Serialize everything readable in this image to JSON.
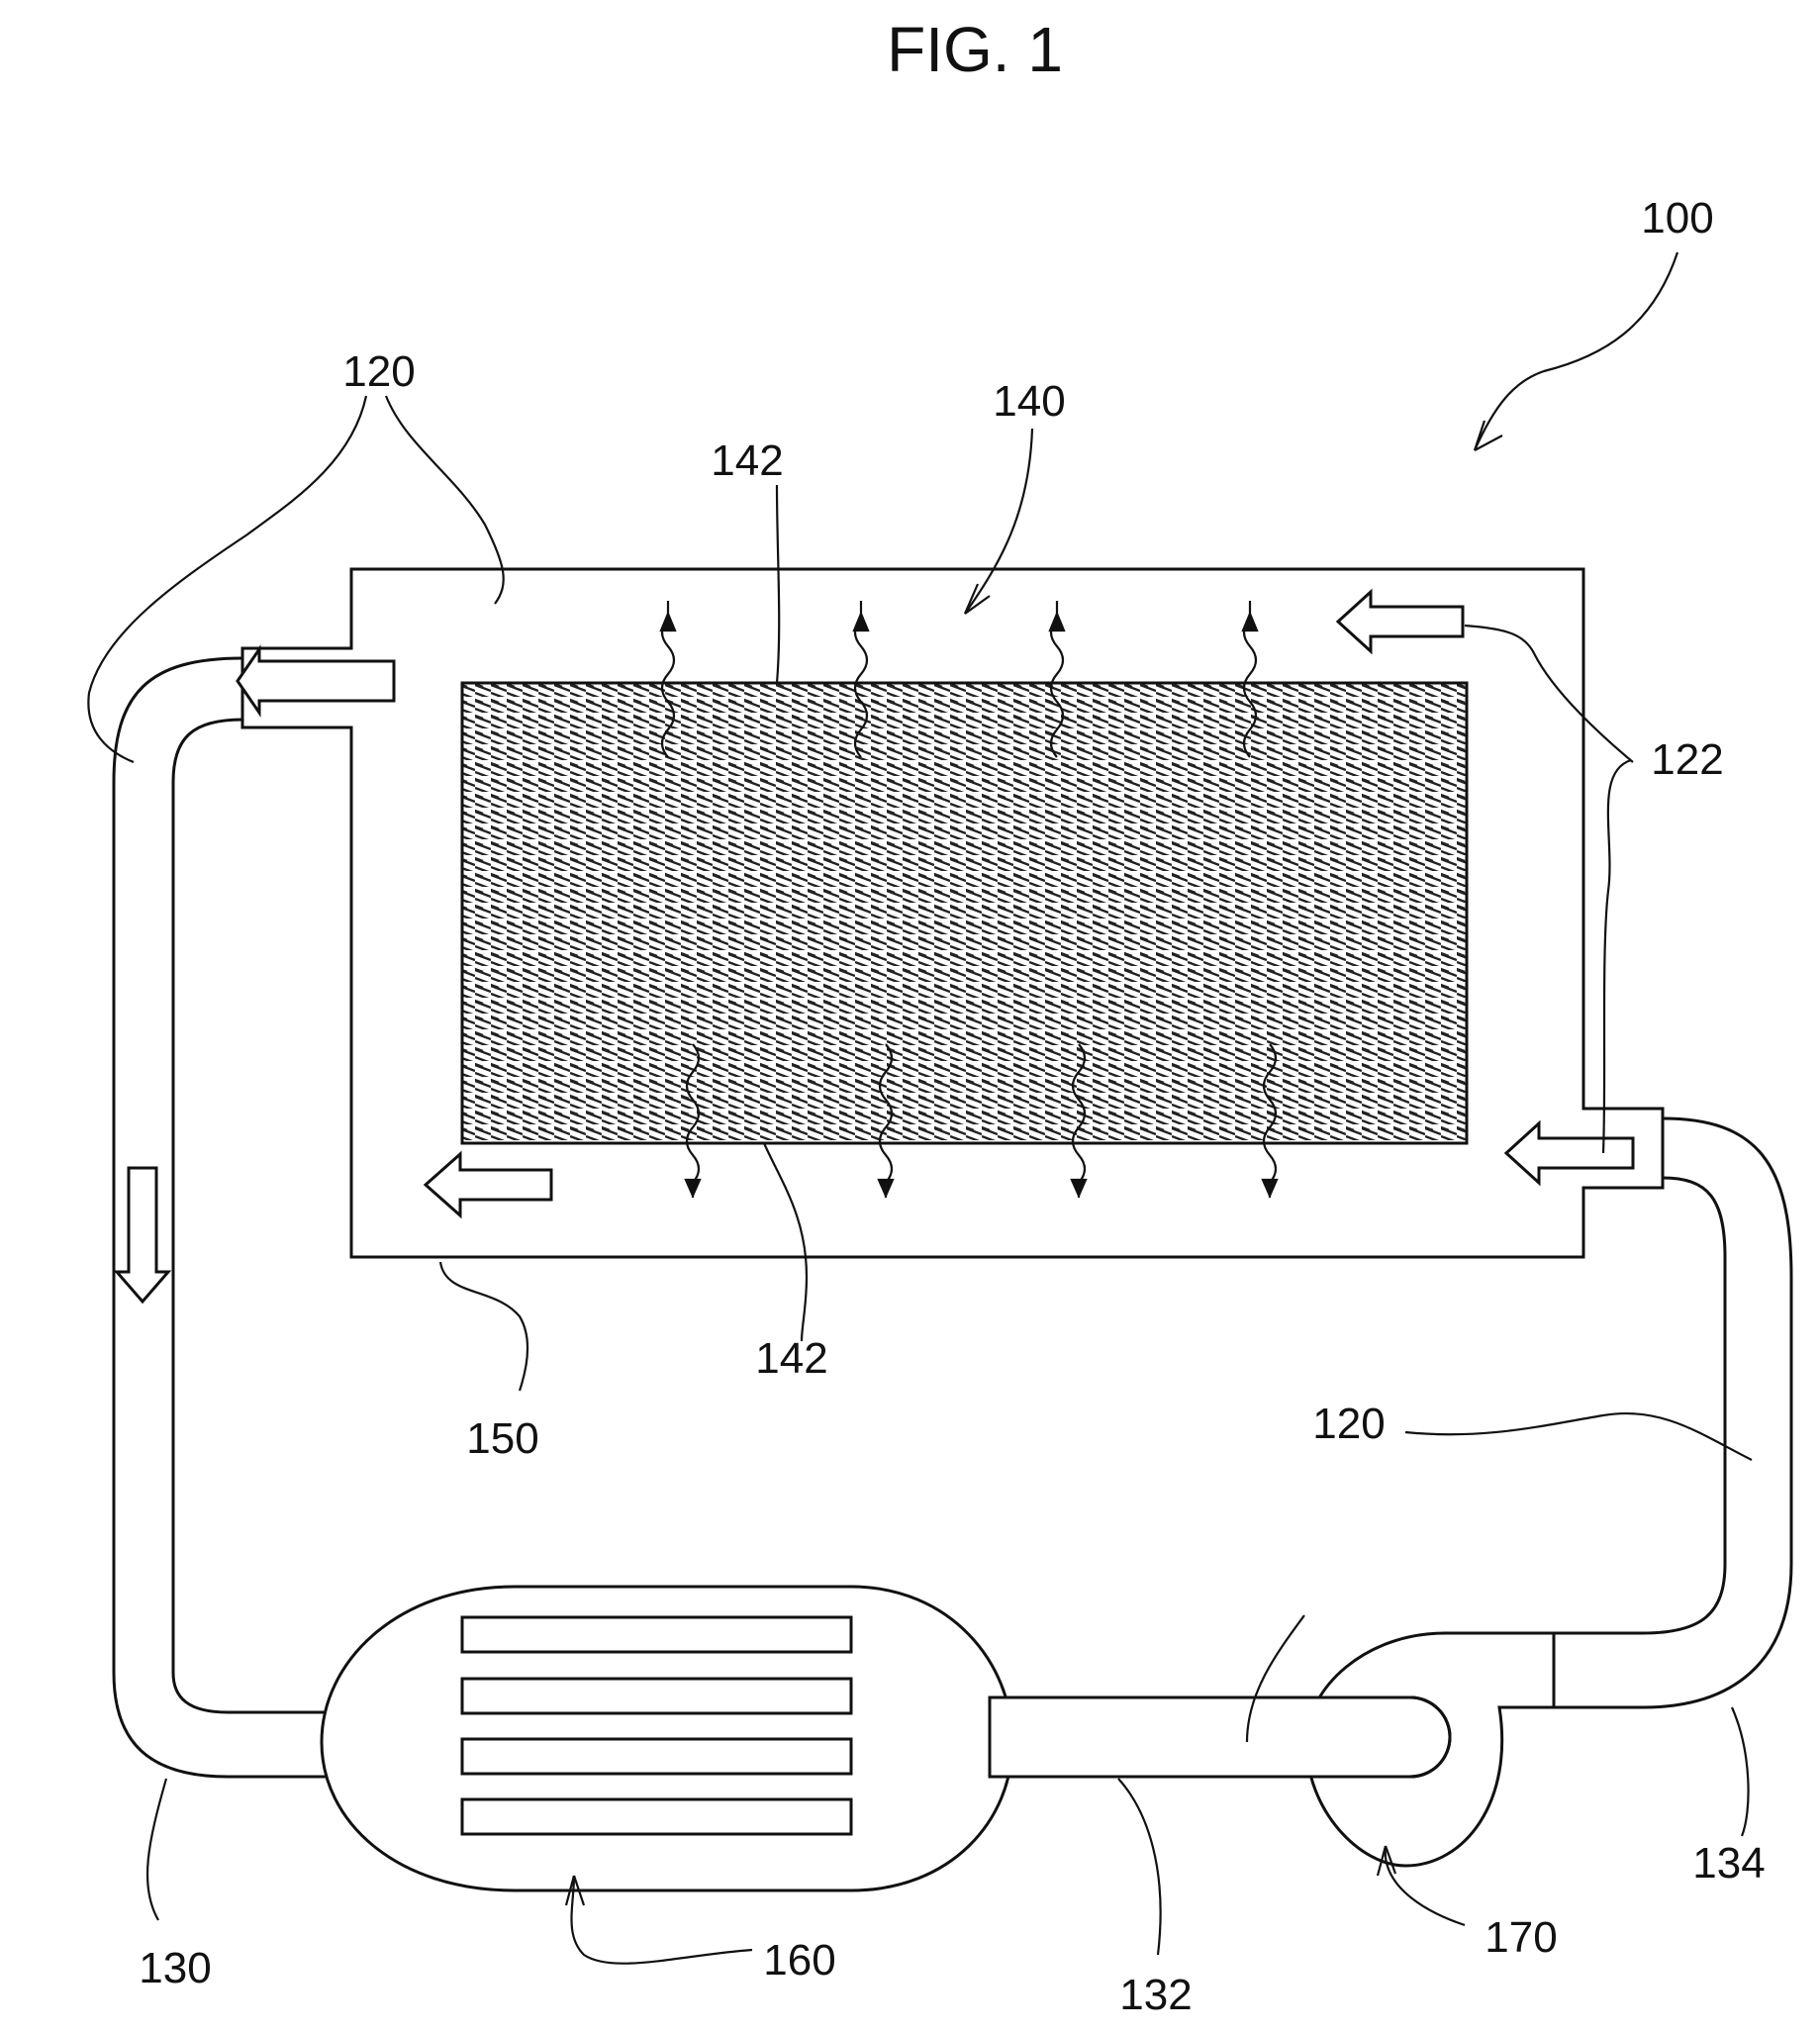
{
  "figure": {
    "title": "FIG. 1"
  },
  "labels": {
    "system": "100",
    "fluid_top": "120",
    "fluid_bottom": "120",
    "flow_arrow": "122",
    "chamber": "140",
    "surface_top": "142",
    "surface_bottom": "142",
    "housing": "150",
    "conduit_left": "130",
    "conduit_middle": "132",
    "conduit_right": "134",
    "heat_exchanger": "160",
    "pump": "170"
  }
}
